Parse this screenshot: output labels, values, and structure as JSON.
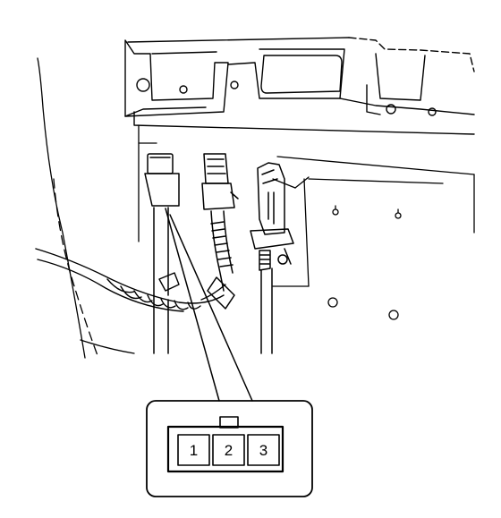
{
  "diagram": {
    "connector_pins": [
      {
        "label": "1"
      },
      {
        "label": "2"
      },
      {
        "label": "3"
      }
    ]
  }
}
